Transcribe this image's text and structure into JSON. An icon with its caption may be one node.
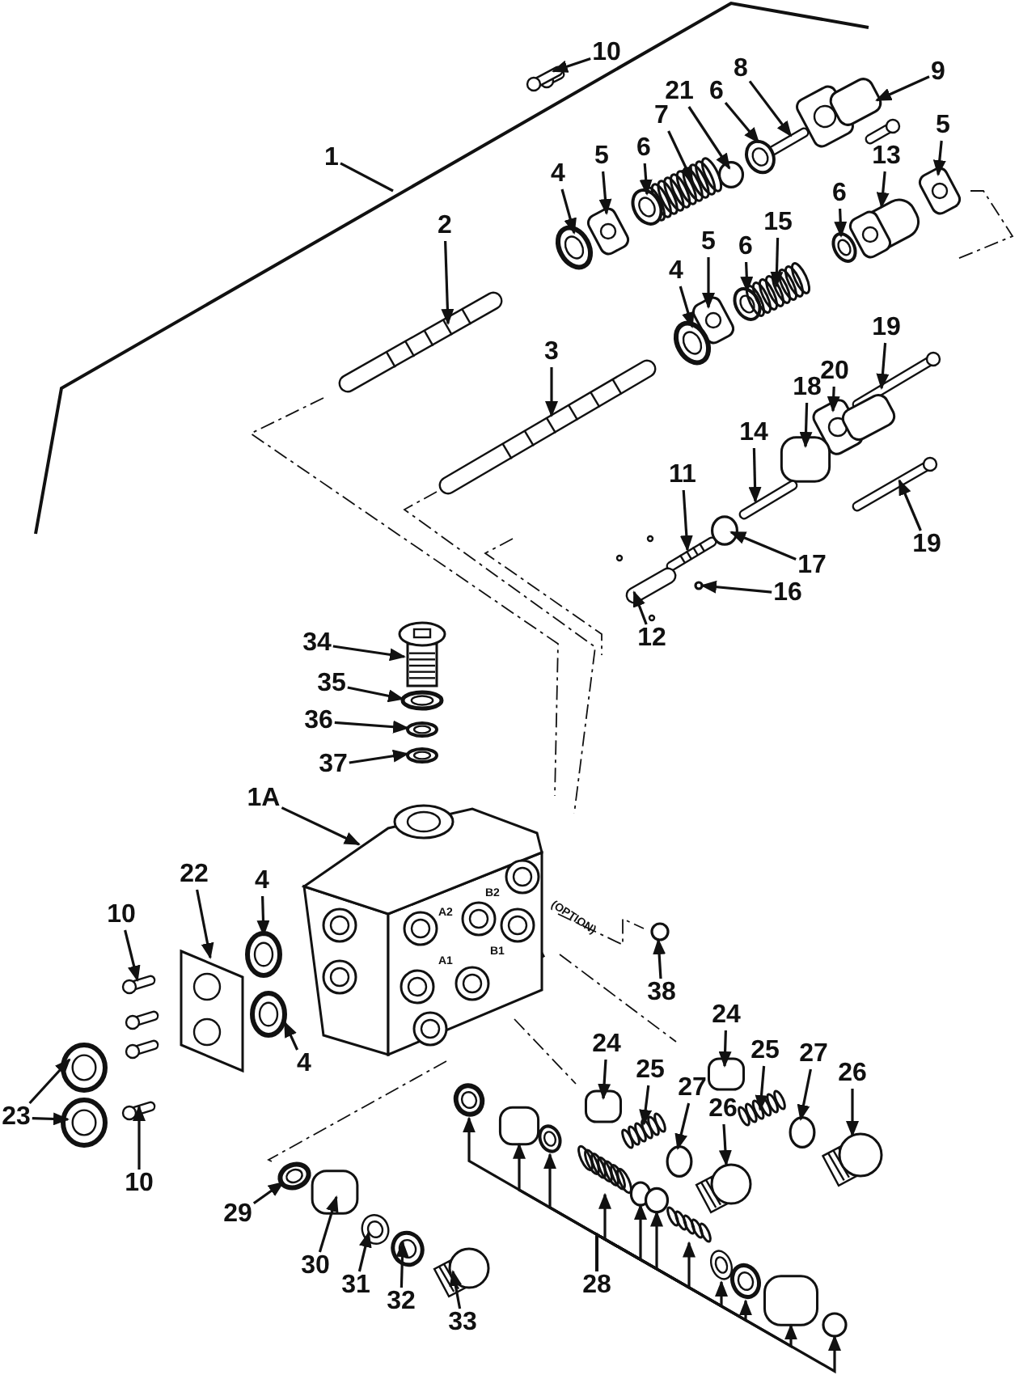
{
  "diagram": {
    "nodes": [
      {
        "text": [
          "10"
        ]
      },
      {
        "text": [
          "8"
        ]
      },
      {
        "text": [
          "9"
        ]
      },
      {
        "text": [
          "21"
        ]
      },
      {
        "text": [
          "6"
        ]
      },
      {
        "text": [
          "7"
        ]
      },
      {
        "text": [
          "5"
        ]
      },
      {
        "text": [
          "13"
        ]
      },
      {
        "text": [
          "1"
        ]
      },
      {
        "text": [
          "4"
        ]
      },
      {
        "text": [
          "5"
        ]
      },
      {
        "text": [
          "6"
        ]
      },
      {
        "text": [
          "6"
        ]
      },
      {
        "text": [
          "2"
        ]
      },
      {
        "text": [
          "5"
        ]
      },
      {
        "text": [
          "6"
        ]
      },
      {
        "text": [
          "15"
        ]
      },
      {
        "text": [
          "4"
        ]
      },
      {
        "text": [
          "3"
        ]
      },
      {
        "text": [
          "19"
        ]
      },
      {
        "text": [
          "20"
        ]
      },
      {
        "text": [
          "18"
        ]
      },
      {
        "text": [
          "14"
        ]
      },
      {
        "text": [
          "11"
        ]
      },
      {
        "text": [
          "17"
        ]
      },
      {
        "text": [
          "16"
        ]
      },
      {
        "text": [
          "19"
        ]
      },
      {
        "text": [
          "12"
        ]
      },
      {
        "text": [
          "34"
        ]
      },
      {
        "text": [
          "35"
        ]
      },
      {
        "text": [
          "36"
        ]
      },
      {
        "text": [
          "37"
        ]
      },
      {
        "text": [
          "1A"
        ]
      },
      {
        "text": [
          "22"
        ]
      },
      {
        "text": [
          "4"
        ]
      },
      {
        "text": [
          "10"
        ]
      },
      {
        "text": [
          "4"
        ]
      },
      {
        "text": [
          "23"
        ]
      },
      {
        "text": [
          "10"
        ]
      },
      {
        "text": [
          "24"
        ]
      },
      {
        "text": [
          "38"
        ]
      },
      {
        "text": [
          "24"
        ]
      },
      {
        "text": [
          "25"
        ]
      },
      {
        "text": [
          "25"
        ]
      },
      {
        "text": [
          "27"
        ]
      },
      {
        "text": [
          "26"
        ]
      },
      {
        "text": [
          "27"
        ]
      },
      {
        "text": [
          "26"
        ]
      },
      {
        "text": [
          "29"
        ]
      },
      {
        "text": [
          "30"
        ]
      },
      {
        "text": [
          "28"
        ]
      },
      {
        "text": [
          "31"
        ]
      },
      {
        "text": [
          "32"
        ]
      },
      {
        "text": [
          "33"
        ]
      },
      {
        "text": [],
        "shape": "picture"
      },
      {
        "text": [],
        "shape": "picture"
      },
      {
        "text": [],
        "shape": "picture"
      },
      {
        "text": [],
        "shape": "circle"
      },
      {
        "text": [],
        "shape": "picture"
      },
      {
        "text": [],
        "shape": "picture"
      },
      {
        "text": [],
        "shape": "picture"
      },
      {
        "text": [],
        "shape": "picture"
      },
      {
        "text": [],
        "shape": "picture"
      },
      {
        "text": [],
        "shape": "picture"
      },
      {
        "text": [],
        "shape": "picture"
      },
      {
        "text": [],
        "shape": "picture"
      },
      {
        "text": [],
        "shape": "picture"
      },
      {
        "text": [],
        "shape": "picture"
      },
      {
        "text": [],
        "shape": "picture"
      },
      {
        "text": [],
        "shape": "picture"
      },
      {
        "text": [],
        "shape": "picture"
      },
      {
        "text": [],
        "shape": "picture"
      },
      {
        "text": [],
        "shape": "picture"
      },
      {
        "text": [],
        "shape": "picture"
      },
      {
        "text": [],
        "shape": "box"
      },
      {
        "text": [],
        "shape": "picture"
      },
      {
        "text": [],
        "shape": "picture"
      },
      {
        "text": [],
        "shape": "circle"
      },
      {
        "text": [],
        "shape": "circle"
      },
      {
        "text": [],
        "shape": "picture"
      },
      {
        "text": [],
        "shape": "picture"
      },
      {
        "text": [],
        "shape": "picture"
      },
      {
        "text": [],
        "shape": "picture"
      },
      {
        "text": [],
        "shape": "picture"
      },
      {
        "text": [],
        "shape": "picture"
      },
      {
        "text": [],
        "shape": "picture"
      },
      {
        "text": [],
        "shape": "picture"
      },
      {
        "text": [],
        "shape": "picture"
      },
      {
        "text": [],
        "shape": "picture"
      },
      {
        "text": [],
        "shape": "picture"
      },
      {
        "text": [],
        "shape": "picture"
      },
      {
        "text": [],
        "shape": "picture"
      },
      {
        "text": [],
        "shape": "picture"
      },
      {
        "text": [],
        "shape": "box"
      },
      {
        "text": [],
        "shape": "circle"
      },
      {
        "text": [],
        "shape": "box"
      },
      {
        "text": [],
        "shape": "picture"
      },
      {
        "text": [],
        "shape": "picture"
      },
      {
        "text": [],
        "shape": "circle"
      },
      {
        "text": [],
        "shape": "picture"
      },
      {
        "text": [],
        "shape": "circle"
      },
      {
        "text": [],
        "shape": "picture"
      },
      {
        "text": [],
        "shape": "picture"
      },
      {
        "text": [],
        "shape": "box"
      },
      {
        "text": [],
        "shape": "picture"
      },
      {
        "text": [],
        "shape": "box"
      },
      {
        "text": [],
        "shape": "picture"
      },
      {
        "text": [],
        "shape": "picture"
      },
      {
        "text": [],
        "shape": "circle"
      },
      {
        "text": [],
        "shape": "circle"
      },
      {
        "text": [],
        "shape": "picture"
      },
      {
        "text": [],
        "shape": "picture"
      },
      {
        "text": [],
        "shape": "picture"
      },
      {
        "text": [],
        "shape": "box"
      },
      {
        "text": [],
        "shape": "circle"
      },
      {
        "text": [],
        "shape": "picture"
      },
      {
        "text": [],
        "shape": "picture"
      },
      {
        "text": [],
        "shape": "picture"
      }
    ],
    "edges": [
      {
        "from": 0,
        "to": 54,
        "arrow": "to"
      },
      {
        "from": 1,
        "to": 55,
        "arrow": "to"
      },
      {
        "from": 2,
        "to": 56,
        "arrow": "to"
      },
      {
        "from": 3,
        "to": 57,
        "arrow": "to"
      },
      {
        "from": 4,
        "to": 58,
        "arrow": "to"
      },
      {
        "from": 5,
        "to": 59,
        "arrow": "to"
      },
      {
        "from": 6,
        "to": 60,
        "arrow": "to"
      },
      {
        "from": 7,
        "to": 61,
        "arrow": "to"
      },
      {
        "from": 8,
        "to": null,
        "arrow": "none"
      },
      {
        "from": 9,
        "to": 62,
        "arrow": "to"
      },
      {
        "from": 10,
        "to": 63,
        "arrow": "to"
      },
      {
        "from": 11,
        "to": 64,
        "arrow": "to"
      },
      {
        "from": 12,
        "to": 65,
        "arrow": "to"
      },
      {
        "from": 13,
        "to": 66,
        "arrow": "to"
      },
      {
        "from": 14,
        "to": 67,
        "arrow": "to"
      },
      {
        "from": 15,
        "to": 68,
        "arrow": "to"
      },
      {
        "from": 16,
        "to": 69,
        "arrow": "to"
      },
      {
        "from": 17,
        "to": 70,
        "arrow": "to"
      },
      {
        "from": 18,
        "to": 71,
        "arrow": "to"
      },
      {
        "from": 19,
        "to": 72,
        "arrow": "to"
      },
      {
        "from": 20,
        "to": 73,
        "arrow": "to"
      },
      {
        "from": 21,
        "to": 74,
        "arrow": "to"
      },
      {
        "from": 22,
        "to": 75,
        "arrow": "to"
      },
      {
        "from": 23,
        "to": 76,
        "arrow": "to"
      },
      {
        "from": 24,
        "to": 77,
        "arrow": "to"
      },
      {
        "from": 25,
        "to": 78,
        "arrow": "to"
      },
      {
        "from": 26,
        "to": 79,
        "arrow": "to"
      },
      {
        "from": 27,
        "to": 80,
        "arrow": "to"
      },
      {
        "from": 28,
        "to": 81,
        "arrow": "to"
      },
      {
        "from": 29,
        "to": 82,
        "arrow": "to"
      },
      {
        "from": 30,
        "to": 83,
        "arrow": "to"
      },
      {
        "from": 31,
        "to": 84,
        "arrow": "to"
      },
      {
        "from": 32,
        "to": 85,
        "arrow": "to"
      },
      {
        "from": 33,
        "to": 86,
        "arrow": "to"
      },
      {
        "from": 34,
        "to": 87,
        "arrow": "to"
      },
      {
        "from": 35,
        "to": 88,
        "arrow": "to"
      },
      {
        "from": 36,
        "to": 89,
        "arrow": "to"
      },
      {
        "from": 37,
        "to": 90,
        "arrow": "to"
      },
      {
        "from": 37,
        "to": 91,
        "arrow": "to"
      },
      {
        "from": 38,
        "to": 92,
        "arrow": "to"
      },
      {
        "from": 39,
        "to": 93,
        "arrow": "to"
      },
      {
        "from": 40,
        "to": 94,
        "arrow": "to"
      },
      {
        "from": 41,
        "to": 95,
        "arrow": "to"
      },
      {
        "from": 42,
        "to": 96,
        "arrow": "to"
      },
      {
        "from": 43,
        "to": 97,
        "arrow": "to"
      },
      {
        "from": 44,
        "to": 98,
        "arrow": "to"
      },
      {
        "from": 45,
        "to": 99,
        "arrow": "to"
      },
      {
        "from": 46,
        "to": 100,
        "arrow": "to"
      },
      {
        "from": 47,
        "to": 101,
        "arrow": "to"
      },
      {
        "from": 48,
        "to": 102,
        "arrow": "to"
      },
      {
        "from": 49,
        "to": 103,
        "arrow": "to"
      },
      {
        "from": 50,
        "to": 104,
        "arrow": "to"
      },
      {
        "from": 50,
        "to": 105,
        "arrow": "to"
      },
      {
        "from": 50,
        "to": 106,
        "arrow": "to"
      },
      {
        "from": 50,
        "to": 107,
        "arrow": "to"
      },
      {
        "from": 50,
        "to": 108,
        "arrow": "to"
      },
      {
        "from": 50,
        "to": 109,
        "arrow": "to"
      },
      {
        "from": 50,
        "to": 110,
        "arrow": "to"
      },
      {
        "from": 50,
        "to": 111,
        "arrow": "to"
      },
      {
        "from": 50,
        "to": 112,
        "arrow": "to"
      },
      {
        "from": 50,
        "to": 113,
        "arrow": "to"
      },
      {
        "from": 50,
        "to": 114,
        "arrow": "to"
      },
      {
        "from": 51,
        "to": 115,
        "arrow": "to"
      },
      {
        "from": 52,
        "to": 116,
        "arrow": "to"
      },
      {
        "from": 53,
        "to": 117,
        "arrow": "to"
      }
    ],
    "labels": [
      "(OPTION)",
      "B2",
      "A2",
      "B1",
      "A1"
    ]
  }
}
